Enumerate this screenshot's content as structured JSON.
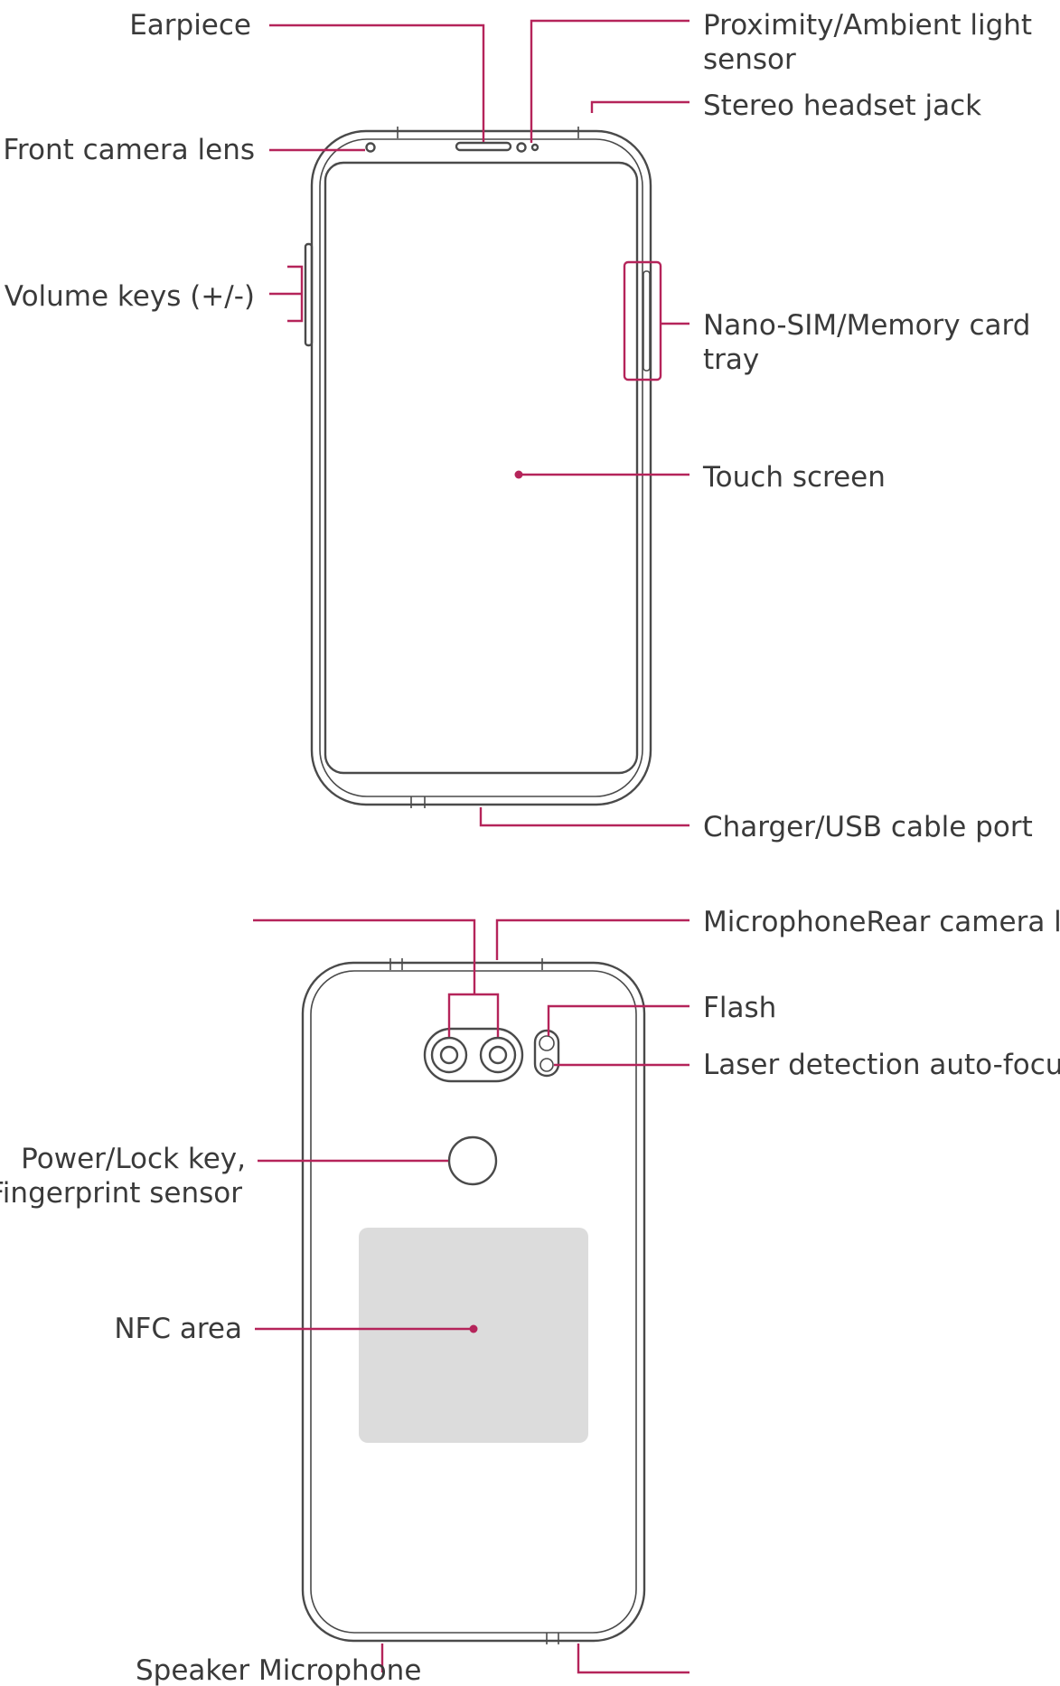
{
  "accent_color": "#b5245a",
  "front_view": {
    "labels": {
      "earpiece": "Earpiece",
      "proximity_line1": "Proximity/Ambient light",
      "proximity_line2": "sensor",
      "headset_jack": "Stereo headset jack",
      "front_camera": "Front camera lens",
      "volume_keys": "Volume keys (+/-)",
      "sim_tray_line1": "Nano-SIM/Memory card",
      "sim_tray_line2": "tray",
      "touch_screen": "Touch screen",
      "charger_port": "Charger/USB cable port"
    }
  },
  "back_view": {
    "labels": {
      "microphone_rear_camera": "MicrophoneRear camera le",
      "flash": "Flash",
      "laser_af": "Laser detection auto-focus",
      "power_line1": "Power/Lock key,",
      "power_line2": "Fingerprint sensor",
      "nfc": "NFC area",
      "speaker_microphone": "Speaker Microphone"
    }
  }
}
